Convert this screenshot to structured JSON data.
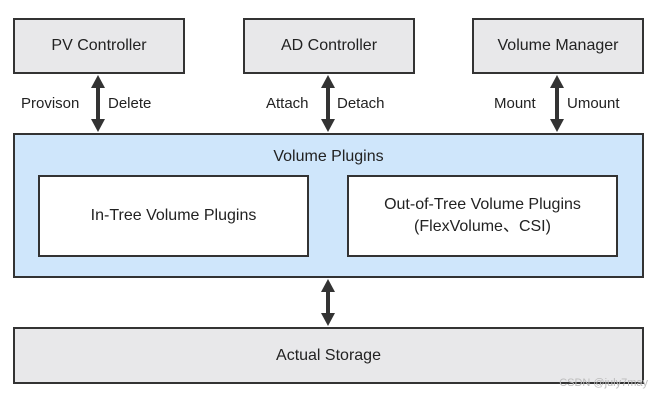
{
  "controllers": {
    "pv": "PV Controller",
    "ad": "AD Controller",
    "vm": "Volume Manager"
  },
  "edges": {
    "pv": {
      "left": "Provison",
      "right": "Delete"
    },
    "ad": {
      "left": "Attach",
      "right": "Detach"
    },
    "vm": {
      "left": "Mount",
      "right": "Umount"
    }
  },
  "plugins": {
    "title": "Volume Plugins",
    "in_tree": "In-Tree Volume Plugins",
    "out_of_tree_line1": "Out-of-Tree Volume Plugins",
    "out_of_tree_line2": "(FlexVolume、CSI)"
  },
  "storage": "Actual Storage",
  "watermark": "CSDN @july7may",
  "colors": {
    "controller_fill": "#e8e8ea",
    "plugins_fill": "#cfe6fb",
    "border": "#333333",
    "arrow": "#333333"
  }
}
